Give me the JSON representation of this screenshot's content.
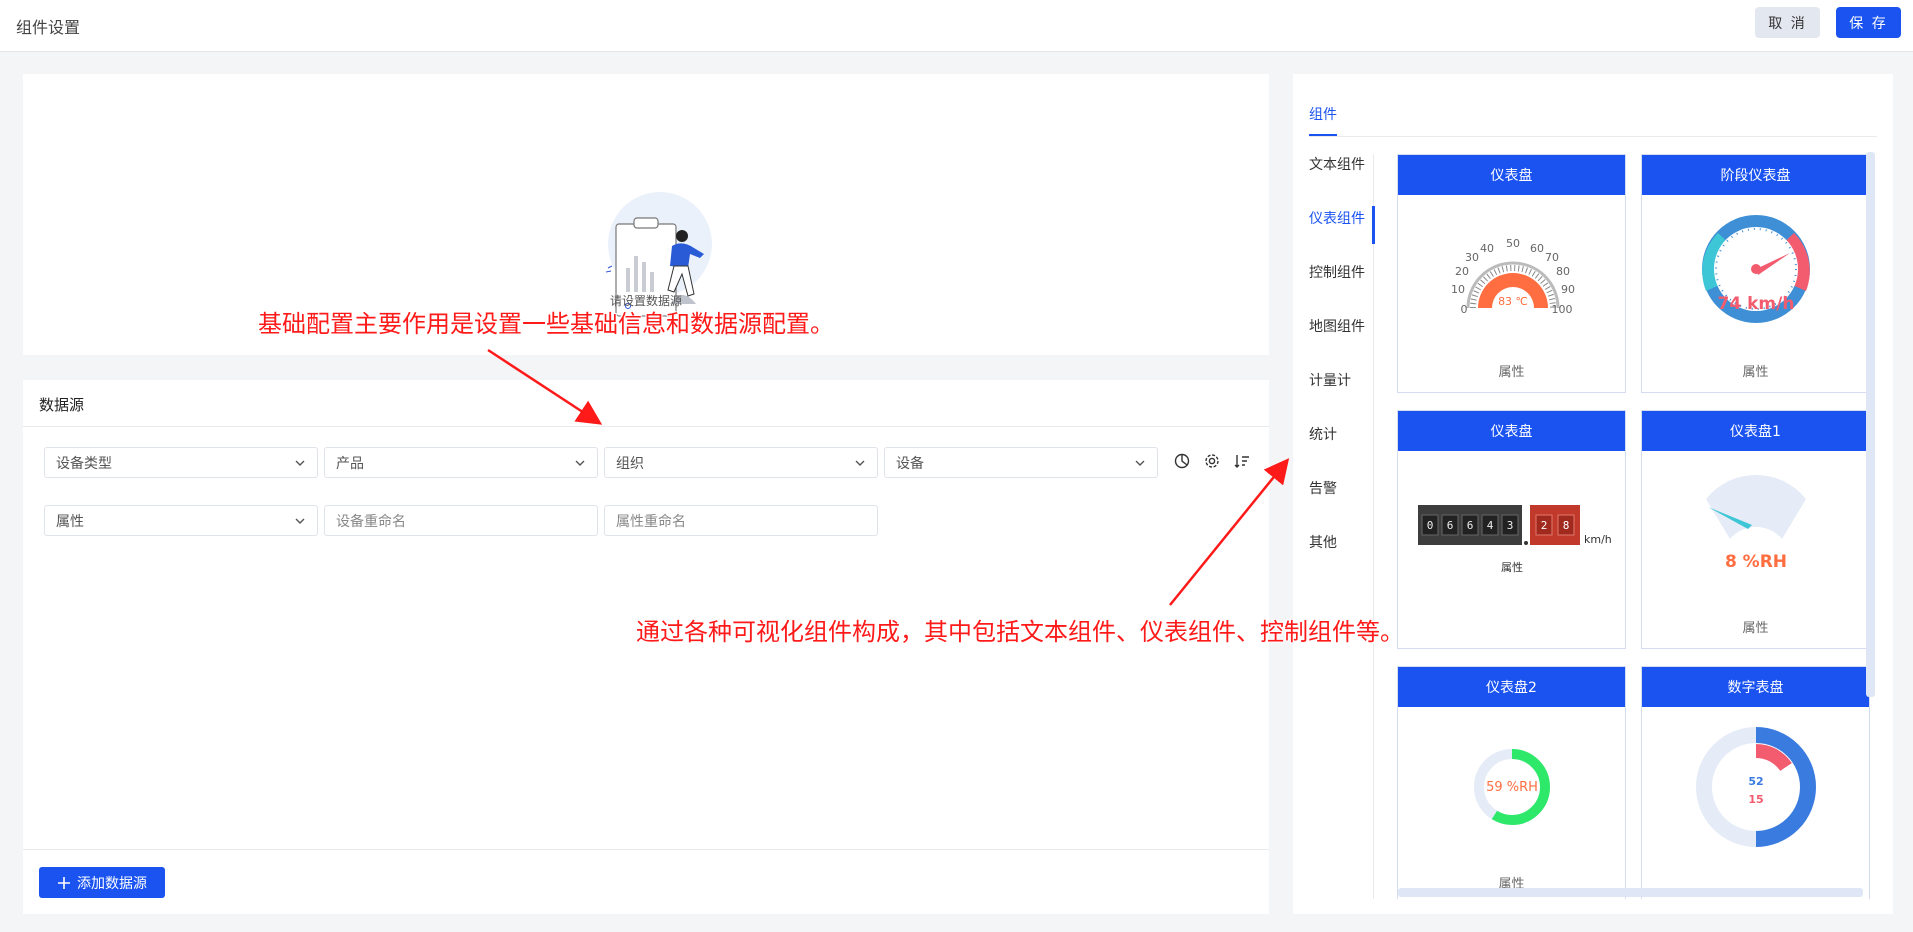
{
  "header": {
    "title": "组件设置",
    "cancel_label": "取 消",
    "save_label": "保 存"
  },
  "preview": {
    "empty_text": "请设置数据源"
  },
  "datasource": {
    "title": "数据源",
    "device_type": "设备类型",
    "product": "产品",
    "organization": "组织",
    "device": "设备",
    "attribute": "属性",
    "device_rename_placeholder": "设备重命名",
    "attribute_rename_placeholder": "属性重命名",
    "add_label": "添加数据源"
  },
  "components": {
    "tab_label": "组件",
    "categories": [
      "文本组件",
      "仪表组件",
      "控制组件",
      "地图组件",
      "计量计",
      "统计",
      "告警",
      "其他"
    ],
    "active_category": "仪表组件",
    "cards": [
      {
        "title": "仪表盘",
        "footer": "属性",
        "value_text": "83 ℃",
        "ticks": [
          "0",
          "10",
          "20",
          "30",
          "40",
          "50",
          "60",
          "70",
          "80",
          "90",
          "100"
        ]
      },
      {
        "title": "阶段仪表盘",
        "footer": "属性",
        "value_text": "74 km/h"
      },
      {
        "title": "仪表盘",
        "footer": "属性",
        "odometer_digits": [
          "0",
          "6",
          "6",
          "4",
          "3"
        ],
        "odometer_decimals": [
          "2",
          "8"
        ],
        "unit": "km/h"
      },
      {
        "title": "仪表盘1",
        "footer": "属性",
        "value_text": "8 %RH"
      },
      {
        "title": "仪表盘2",
        "footer": "属性",
        "value_text": "59 %RH"
      },
      {
        "title": "数字表盘",
        "footer": "",
        "value_a": "52",
        "value_b": "15"
      }
    ]
  },
  "annotations": {
    "top": "基础配置主要作用是设置一些基础信息和数据源配置。",
    "bottom": "通过各种可视化组件构成，其中包括文本组件、仪表组件、控制组件等。"
  },
  "colors": {
    "primary": "#1a53f0",
    "annotation": "#ff1a1a",
    "gauge_orange": "#ff6e40",
    "gauge_red": "#f25c6e",
    "gauge_teal": "#3cc6d6",
    "gauge_green": "#2ee86a"
  }
}
